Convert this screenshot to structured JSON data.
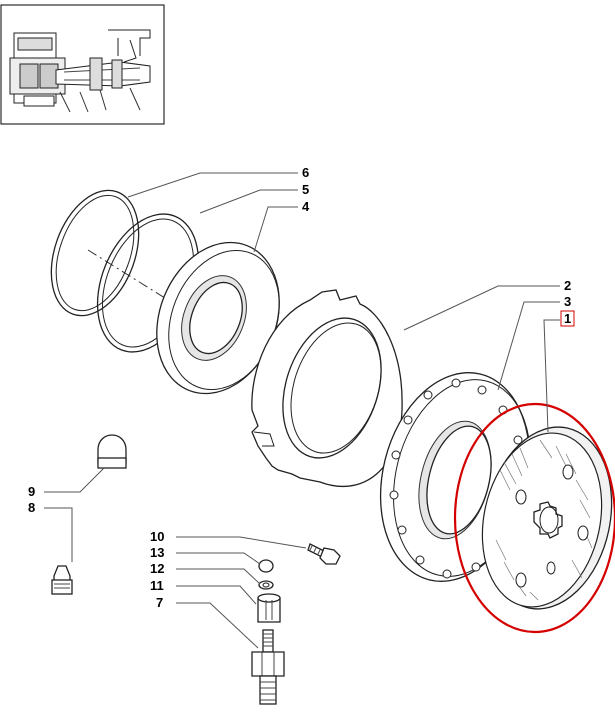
{
  "callouts": {
    "c1": "1",
    "c2": "2",
    "c3": "3",
    "c4": "4",
    "c5": "5",
    "c6": "6",
    "c7": "7",
    "c8": "8",
    "c9": "9",
    "c10": "10",
    "c11": "11",
    "c12": "12",
    "c13": "13"
  },
  "highlight": {
    "callout": "1",
    "color": "#d40000"
  },
  "colors": {
    "line": "#222222",
    "highlight": "#d40000"
  },
  "icons": {
    "thumbnail": "assembly-locator-thumbnail-icon"
  }
}
